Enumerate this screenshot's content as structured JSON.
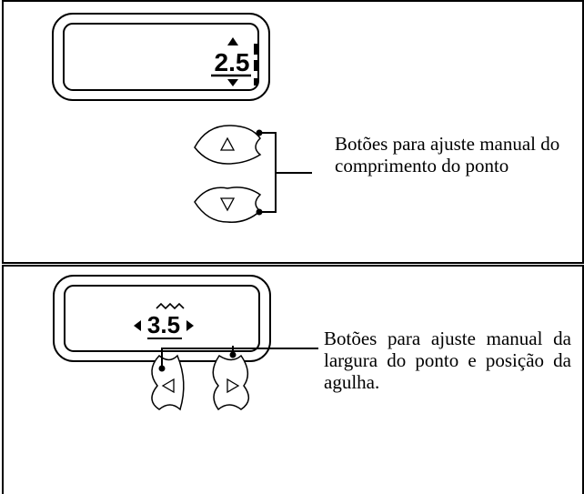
{
  "top_section": {
    "display_value": "2.5",
    "description": "Botões para ajuste manual do comprimento do ponto"
  },
  "bottom_section": {
    "display_value": "3.5",
    "description": "Botões para ajuste manual da largura do ponto e posição da agulha."
  }
}
